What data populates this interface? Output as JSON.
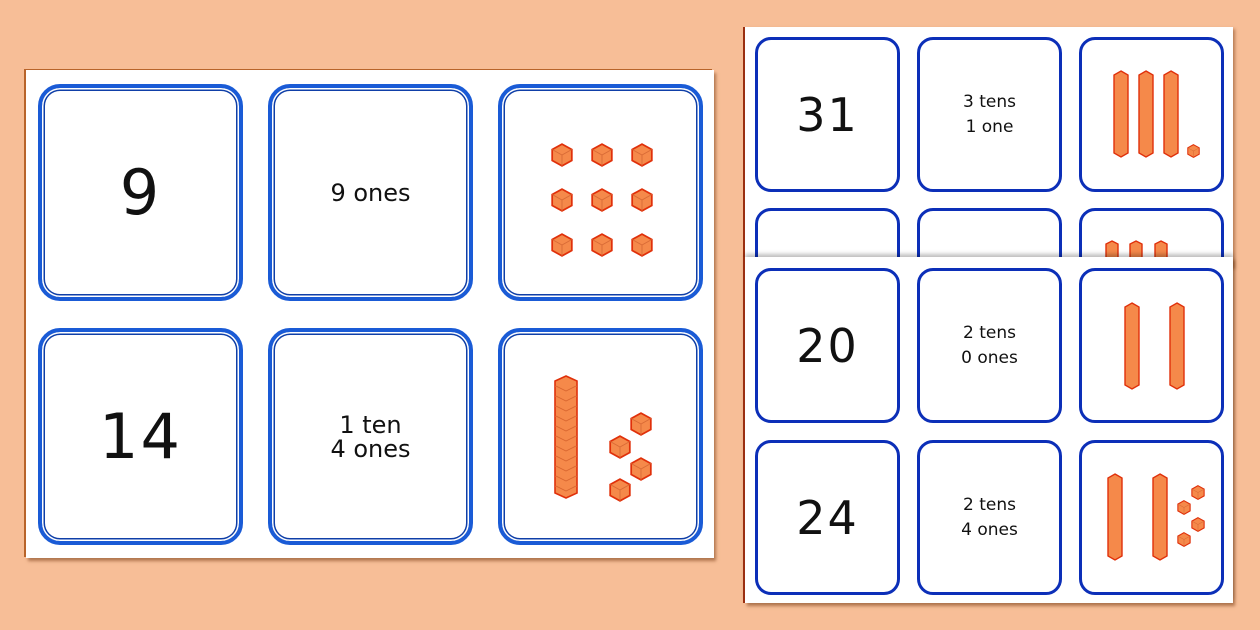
{
  "background_color": "#f7be97",
  "card_border_color": "#1a5bd6",
  "block_color": "#f5823c",
  "left_sheet": {
    "cards": [
      {
        "numeral": "9",
        "words_line1": "9 ones",
        "words_line2": "",
        "tens": 0,
        "ones": 9
      },
      {
        "numeral": "14",
        "words_line1": "1 ten",
        "words_line2": "4 ones",
        "tens": 1,
        "ones": 4
      }
    ]
  },
  "right_back_sheet": {
    "cards": [
      {
        "numeral": "31",
        "words_line1": "3 tens",
        "words_line2": "1 one",
        "tens": 3,
        "ones": 1
      }
    ]
  },
  "right_front_sheet": {
    "cards": [
      {
        "numeral": "20",
        "words_line1": "2 tens",
        "words_line2": "0 ones",
        "tens": 2,
        "ones": 0
      },
      {
        "numeral": "24",
        "words_line1": "2 tens",
        "words_line2": "4 ones",
        "tens": 2,
        "ones": 4
      }
    ]
  }
}
